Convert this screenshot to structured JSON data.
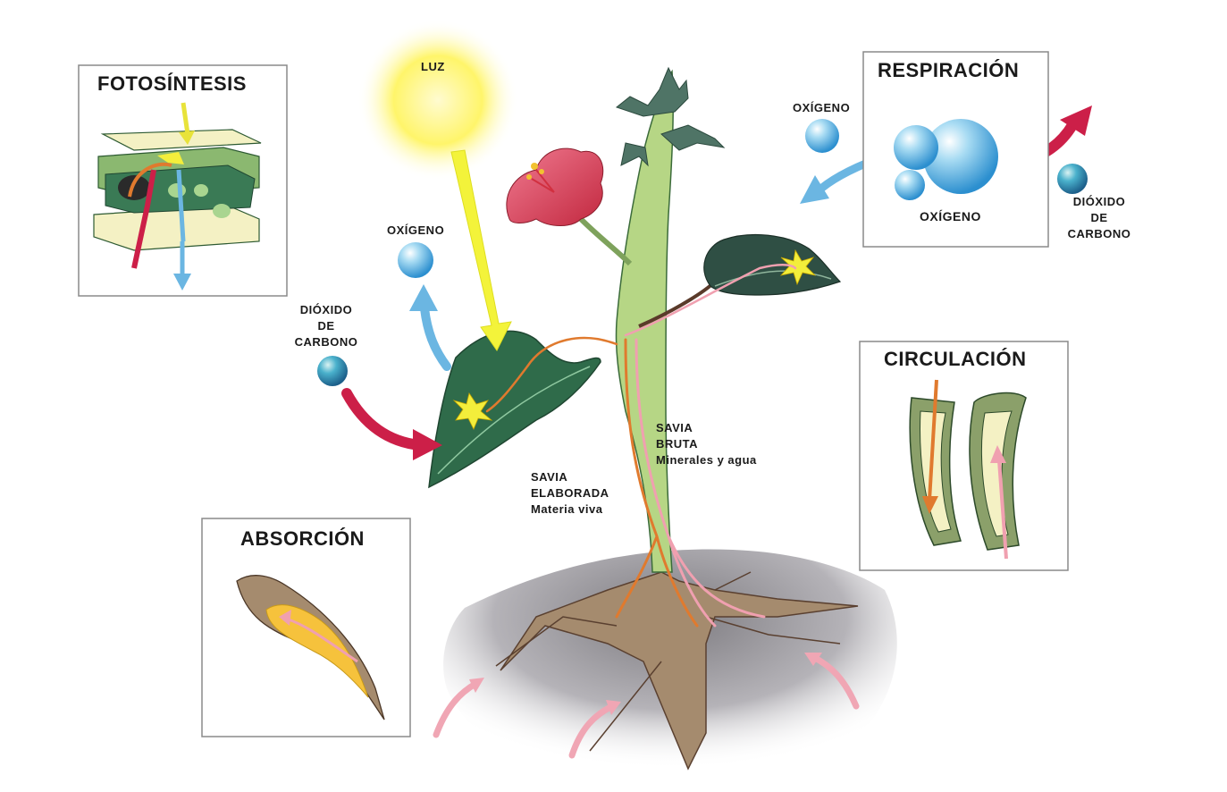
{
  "labels": {
    "fotosintesis": "FOTOSÍNTESIS",
    "respiracion": "RESPIRACIÓN",
    "circulacion": "CIRCULACIÓN",
    "absorcion": "ABSORCIÓN",
    "luz": "LUZ",
    "oxigeno_left": "OXÍGENO",
    "co2_left": [
      "DIÓXIDO",
      "DE",
      "CARBONO"
    ],
    "oxigeno_resp_top": "OXÍGENO",
    "oxigeno_resp_bubble": "OXÍGENO",
    "co2_right": [
      "DIÓXIDO",
      "DE",
      "CARBONO"
    ],
    "savia_bruta": [
      "SAVIA",
      "BRUTA",
      "Minerales y agua"
    ],
    "savia_elaborada": [
      "SAVIA",
      "ELABORADA",
      "Materia viva"
    ]
  },
  "colors": {
    "leaf": "#2f6b4a",
    "stem": "#b6d685",
    "soil": "#9a9aa0",
    "root": "#a08466",
    "sun": "#fff56a",
    "co2_arrow": "#cc1f48",
    "oxygen_arrow": "#6bb6e2",
    "sap_raw": "#f0a0b0",
    "sap_made": "#e07a2e"
  }
}
